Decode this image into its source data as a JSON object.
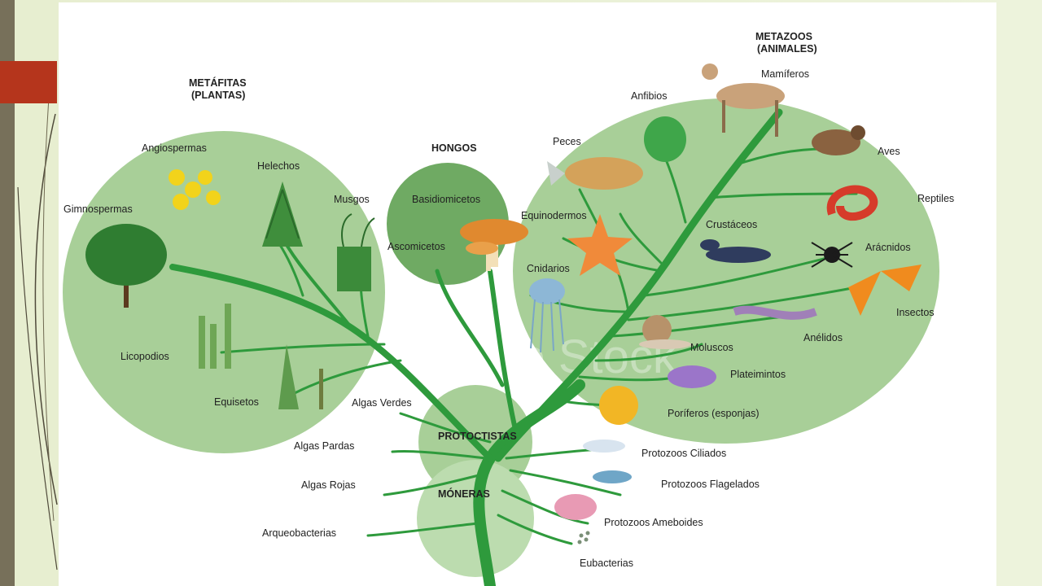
{
  "slide": {
    "accent": "#b5351c",
    "sidebar_color": "#77705a",
    "background": "#e8efd3"
  },
  "tree": {
    "groups": {
      "metafitas_line1": "METÁFITAS",
      "metafitas_line2": "(PLANTAS)",
      "hongos": "HONGOS",
      "metazoos_line1": "METAZOOS",
      "metazoos_line2": "(ANIMALES)",
      "protoctistas": "PROTOCTISTAS",
      "moneras": "MÓNERAS"
    },
    "plants": {
      "angiospermas": "Angiospermas",
      "helechos": "Helechos",
      "musgos": "Musgos",
      "gimnospermas": "Gimnospermas",
      "licopodios": "Licopodios",
      "equisetos": "Equisetos"
    },
    "fungi": {
      "basidiomicetos": "Basidiomicetos",
      "ascomicetos": "Ascomicetos"
    },
    "animals": {
      "mamiferos": "Mamíferos",
      "anfibios": "Anfibios",
      "peces": "Peces",
      "aves": "Aves",
      "reptiles": "Reptiles",
      "equinodermos": "Equinodermos",
      "crustaceos": "Crustáceos",
      "aracnidos": "Arácnidos",
      "cnidarios": "Cnidarios",
      "insectos": "Insectos",
      "anelidos": "Anélidos",
      "moluscos": "Moluscos",
      "plateimintos": "Plateimintos",
      "poriferos": "Poríferos (esponjas)"
    },
    "protists": {
      "algas_verdes": "Algas Verdes",
      "algas_pardas": "Algas Pardas",
      "algas_rojas": "Algas Rojas",
      "protozoos_ciliados": "Protozoos Ciliados",
      "protozoos_flagelados": "Protozoos Flagelados",
      "protozoos_ameboides": "Protozoos Ameboides"
    },
    "monera": {
      "arqueobacterias": "Arqueobacterias",
      "eubacterias": "Eubacterias"
    },
    "watermark": "Adobe Stock",
    "colors": {
      "branch": "#2e9a3c",
      "circle_light": "#a8cf98",
      "circle_dark": "#6faa63"
    }
  }
}
